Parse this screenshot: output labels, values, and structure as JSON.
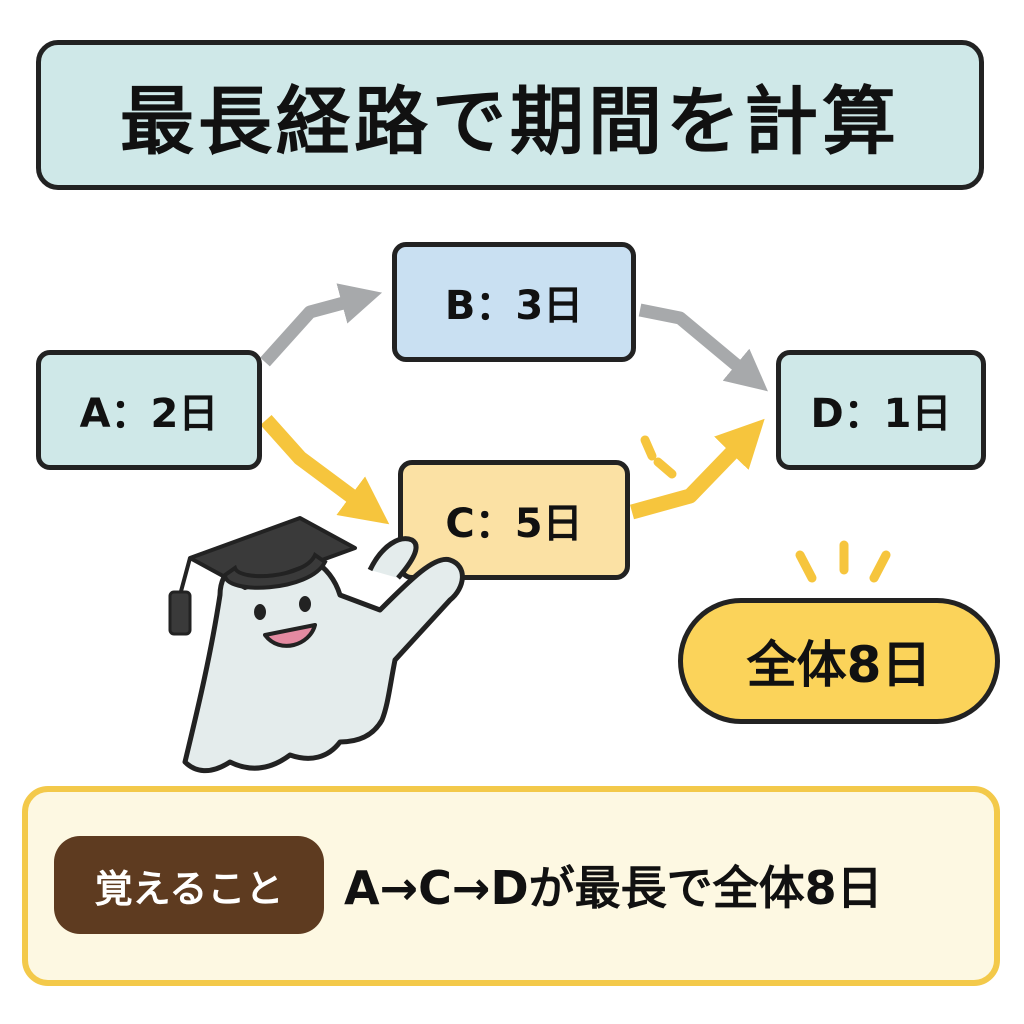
{
  "title": "最長経路で期間を計算",
  "nodes": {
    "a": "A：2日",
    "b": "B：3日",
    "c": "C：5日",
    "d": "D：1日"
  },
  "total": "全体8日",
  "memo": {
    "tag": "覚えること",
    "text": "A→C→Dが最長で全体8日"
  },
  "colors": {
    "critical_path": "#f6c53d",
    "normal_path": "#a7a9ab",
    "memo_tag": "#5e3b20"
  }
}
